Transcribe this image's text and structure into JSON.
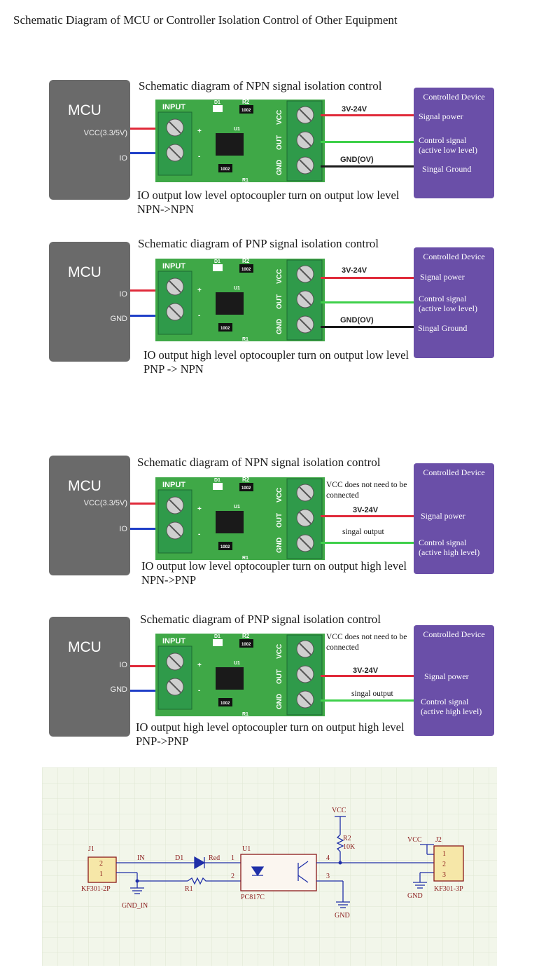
{
  "main_title": "Schematic Diagram of MCU or Controller Isolation Control of Other Equipment",
  "board": {
    "input_label": "INPUT",
    "d1": "D1",
    "r2": "R2",
    "u1": "U1",
    "r1": "R1",
    "resistor_code": "1002",
    "vcc": "VCC",
    "out": "OUT",
    "gnd": "GND",
    "plus": "+",
    "minus": "-"
  },
  "panels": [
    {
      "mcu": "MCU",
      "pin_top": "VCC(3.3/5V)",
      "pin_bottom": "IO",
      "title": "Schematic diagram of NPN signal isolation control",
      "caption": "IO output low level optocoupler turn on output low level NPN->NPN",
      "device_title": "Controlled Device",
      "signals": [
        "Signal power",
        "Control signal\n(active low level)",
        "Singal Ground"
      ],
      "wire_labels": [
        "3V-24V",
        "GND(OV)"
      ]
    },
    {
      "mcu": "MCU",
      "pin_top": "IO",
      "pin_bottom": "GND",
      "title": "Schematic diagram of PNP signal isolation control",
      "caption": "IO output high level optocoupler turn on output low level PNP -> NPN",
      "device_title": "Controlled Device",
      "signals": [
        "Signal power",
        "Control signal\n(active low level)",
        "Singal Ground"
      ],
      "wire_labels": [
        "3V-24V",
        "GND(OV)"
      ]
    },
    {
      "mcu": "MCU",
      "pin_top": "VCC(3.3/5V)",
      "pin_bottom": "IO",
      "title": "Schematic diagram of NPN signal isolation control",
      "caption": "IO output low level optocoupler turn on output high level NPN->PNP",
      "device_title": "Controlled Device",
      "signals": [
        "Signal power",
        "Control signal\n(active high level)"
      ],
      "note": "VCC does not need to be connected",
      "wire_labels": [
        "3V-24V",
        "singal output"
      ]
    },
    {
      "mcu": "MCU",
      "pin_top": "IO",
      "pin_bottom": "GND",
      "title": "Schematic diagram of PNP signal isolation control",
      "caption": "IO output high level optocoupler turn on output high level PNP->PNP",
      "device_title": "Controlled Device",
      "signals": [
        "Signal power",
        "Control signal\n(active high level)"
      ],
      "note": "VCC does not need to be connected",
      "wire_labels": [
        "3V-24V",
        "singal output"
      ]
    }
  ],
  "schematic": {
    "j1": "J1",
    "j1_pin2": "2",
    "j1_pin1": "1",
    "j1_part": "KF301-2P",
    "in_net": "IN",
    "gnd_in": "GND_IN",
    "d1": "D1",
    "led_color": "Red",
    "node1": "1",
    "node2": "2",
    "r1": "R1",
    "u1": "U1",
    "opto_part": "PC817C",
    "vcc_top": "VCC",
    "r2": "R2",
    "r2_value": "10K",
    "node4": "4",
    "node3": "3",
    "gnd_mid": "GND",
    "vcc_right": "VCC",
    "gnd_right": "GND",
    "j2": "J2",
    "j2_pin1": "1",
    "j2_pin2": "2",
    "j2_pin3": "3",
    "j2_part": "KF301-3P"
  },
  "colors": {
    "mcu_fill": "#6a6a6a",
    "device_fill": "#6a4fa8",
    "board_green": "#3fa847",
    "wire_red": "#e02a3a",
    "wire_blue": "#1f3fc8",
    "wire_green": "#3ed04a",
    "schematic_line": "#1f2fa8",
    "schematic_label": "#8a1a1a"
  }
}
